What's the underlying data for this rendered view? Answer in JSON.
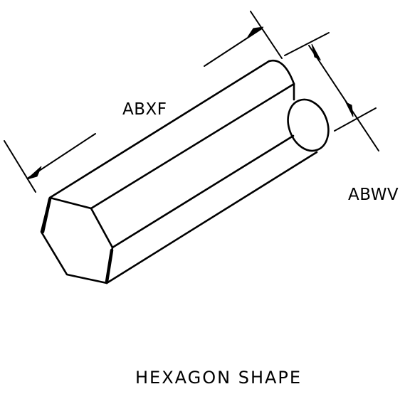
{
  "figure": {
    "dimension_length_label": "ABXF",
    "dimension_width_label": "ABWV",
    "caption": "HEXAGON SHAPE"
  }
}
